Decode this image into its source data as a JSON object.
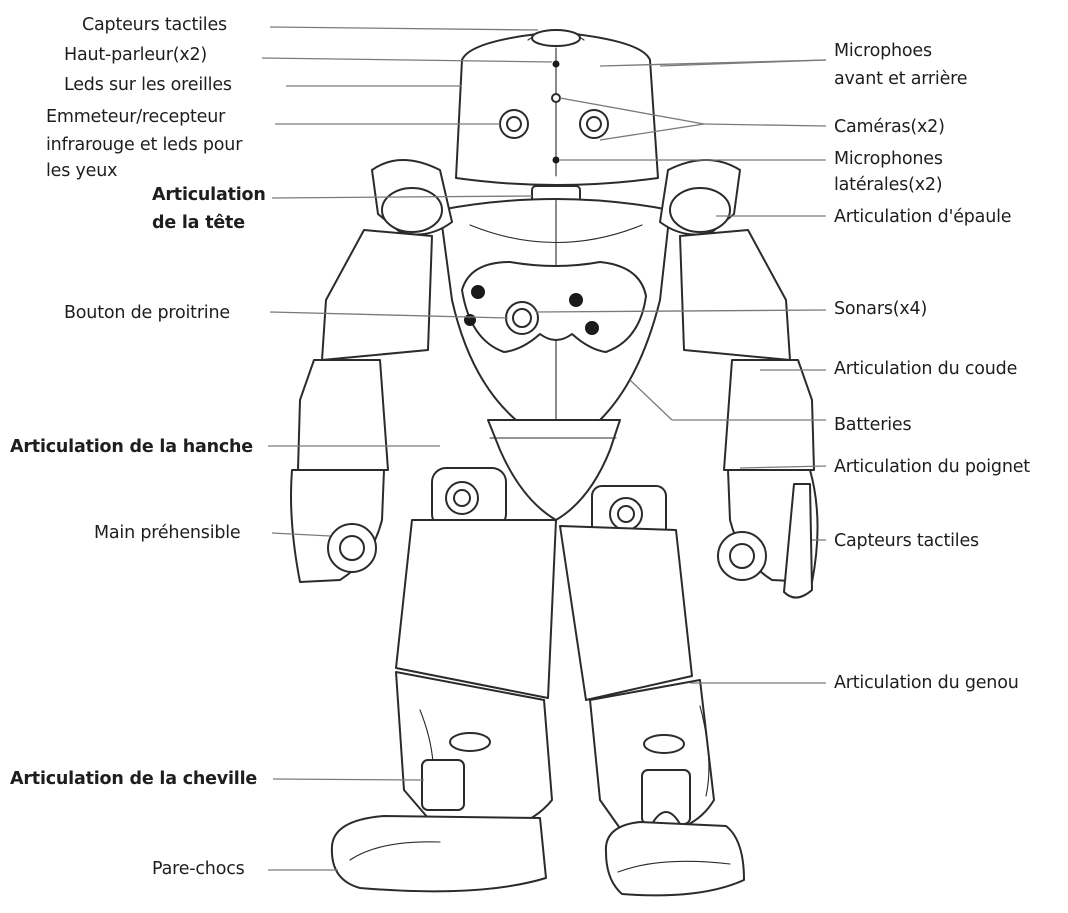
{
  "labels_left": [
    {
      "id": "capteurs-tactiles-tete",
      "text": "Capteurs tactiles"
    },
    {
      "id": "haut-parleur",
      "text": "Haut-parleur(x2)"
    },
    {
      "id": "leds-oreilles",
      "text": "Leds sur les oreilles"
    },
    {
      "id": "emmeteur-line1",
      "text": "Emmeteur/recepteur"
    },
    {
      "id": "emmeteur-line2",
      "text": "infrarouge et leds pour"
    },
    {
      "id": "emmeteur-line3",
      "text": "les yeux"
    },
    {
      "id": "articulation-tete-line1",
      "text": "Articulation"
    },
    {
      "id": "articulation-tete-line2",
      "text": "de la tête"
    },
    {
      "id": "bouton-poitrine",
      "text": "Bouton de proitrine"
    },
    {
      "id": "articulation-hanche",
      "text": "Articulation de la hanche"
    },
    {
      "id": "main-prehensible",
      "text": "Main préhensible"
    },
    {
      "id": "articulation-cheville",
      "text": "Articulation de la cheville"
    },
    {
      "id": "pare-chocs",
      "text": "Pare-chocs"
    }
  ],
  "labels_right": [
    {
      "id": "microphones-avant-line1",
      "text": "Microphoes"
    },
    {
      "id": "microphones-avant-line2",
      "text": "avant et arrière"
    },
    {
      "id": "cameras",
      "text": "Caméras(x2)"
    },
    {
      "id": "microphones-laterales-line1",
      "text": "Microphones"
    },
    {
      "id": "microphones-laterales-line2",
      "text": "latérales(x2)"
    },
    {
      "id": "articulation-epaule",
      "text": "Articulation d'épaule"
    },
    {
      "id": "sonars",
      "text": "Sonars(x4)"
    },
    {
      "id": "articulation-coude",
      "text": "Articulation du coude"
    },
    {
      "id": "batteries",
      "text": "Batteries"
    },
    {
      "id": "articulation-poignet",
      "text": "Articulation du poignet"
    },
    {
      "id": "capteurs-tactiles-main",
      "text": "Capteurs tactiles"
    },
    {
      "id": "articulation-genou",
      "text": "Articulation du genou"
    }
  ]
}
